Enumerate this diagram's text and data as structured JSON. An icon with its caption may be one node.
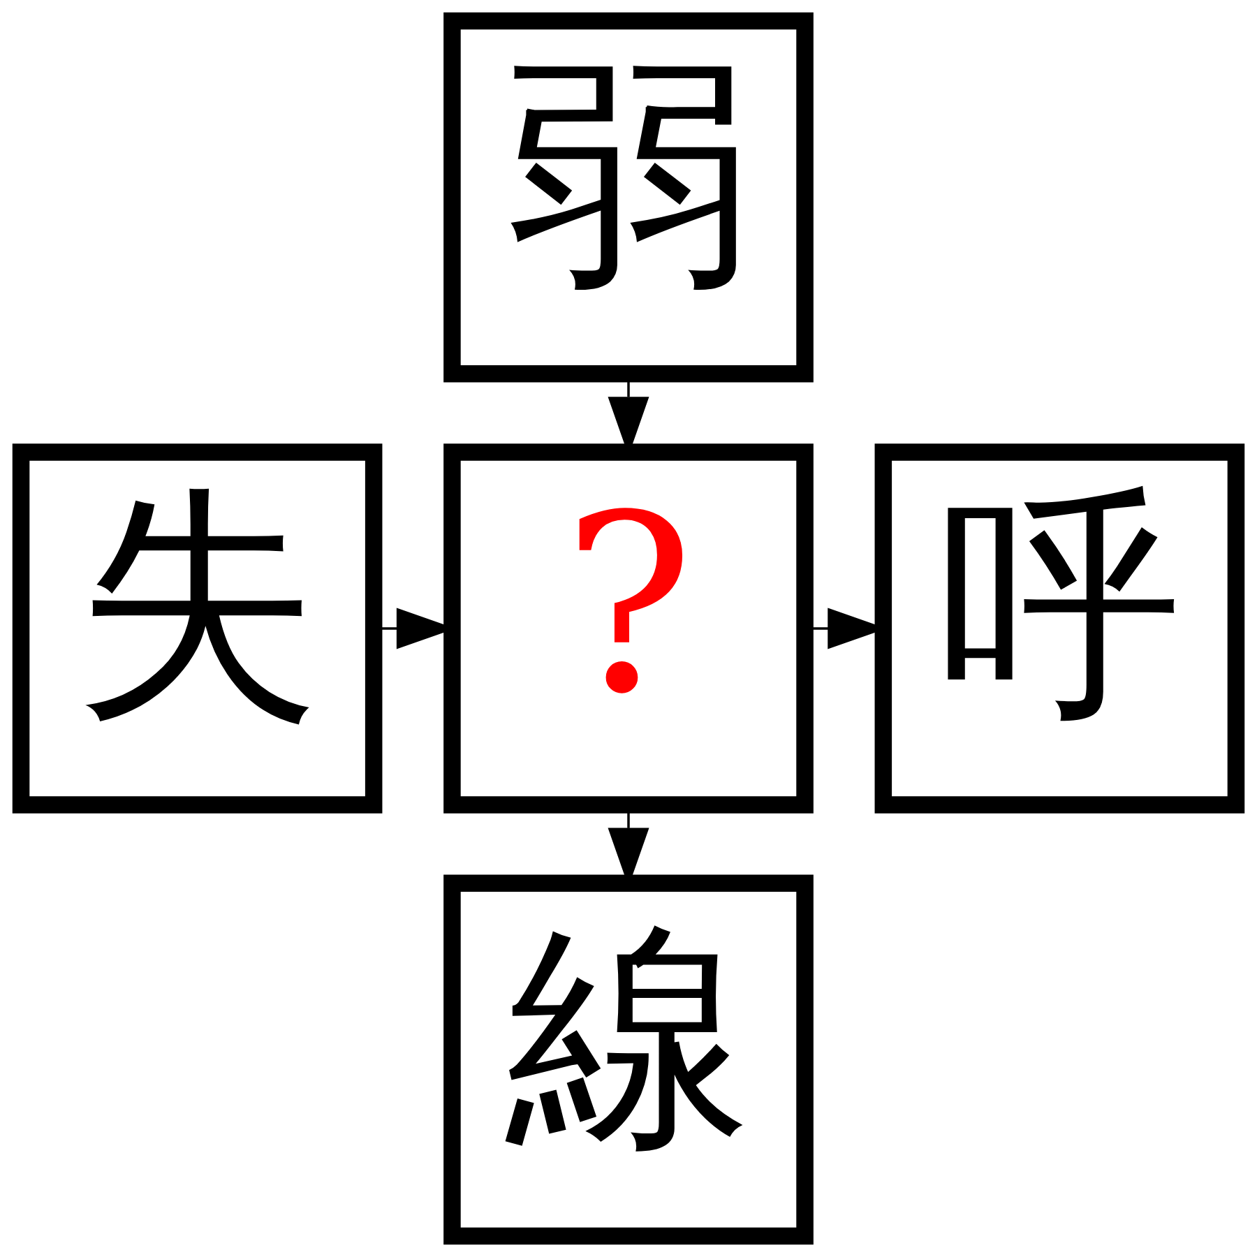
{
  "diagram": {
    "nodes": [
      {
        "text": [
          "弱"
        ]
      },
      {
        "text": [
          "失"
        ]
      },
      {
        "text": [
          "?"
        ]
      },
      {
        "text": [
          "呼"
        ]
      },
      {
        "text": [
          "線"
        ]
      }
    ],
    "edges": [
      {
        "from": 0,
        "to": 2,
        "arrow": "to"
      },
      {
        "from": 1,
        "to": 2,
        "arrow": "to"
      },
      {
        "from": 2,
        "to": 3,
        "arrow": "to"
      },
      {
        "from": 2,
        "to": 4,
        "arrow": "to"
      }
    ]
  }
}
